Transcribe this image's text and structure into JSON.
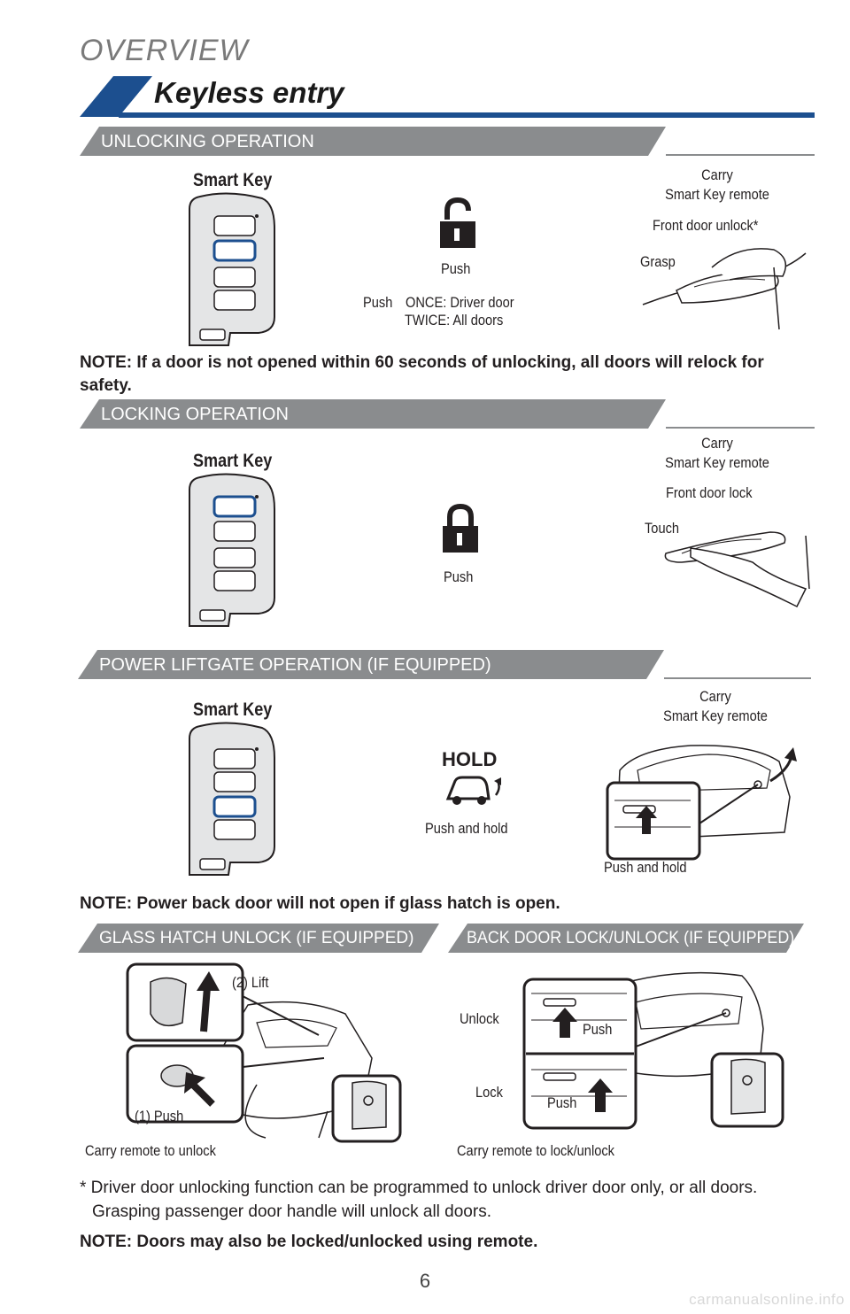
{
  "header": {
    "section": "OVERVIEW",
    "title": "Keyless entry"
  },
  "colors": {
    "accent_blue": "#1c4f8f",
    "band_gray": "#8a8c8e",
    "text": "#231f20"
  },
  "unlocking": {
    "label": "UNLOCKING OPERATION",
    "smart_key": "Smart Key",
    "push": "Push",
    "push_detail": "Push",
    "once": "ONCE: Driver door",
    "twice": "TWICE: All doors",
    "carry_line1": "Carry",
    "carry_line2": "Smart Key remote",
    "front_door": "Front door unlock*",
    "grasp": "Grasp",
    "note": "NOTE: If a door is not opened within 60 seconds of unlocking, all doors will relock for safety."
  },
  "locking": {
    "label": "LOCKING OPERATION",
    "smart_key": "Smart Key",
    "push": "Push",
    "carry_line1": "Carry",
    "carry_line2": "Smart Key remote",
    "front_door": "Front door lock",
    "touch": "Touch"
  },
  "liftgate": {
    "label": "POWER LIFTGATE OPERATION (IF EQUIPPED)",
    "smart_key": "Smart Key",
    "hold": "HOLD",
    "push_hold": "Push and hold",
    "carry_line1": "Carry",
    "carry_line2": "Smart Key remote",
    "push_hold_vehicle": "Push and hold",
    "note": "NOTE: Power back door will not open if glass hatch is open."
  },
  "glass_hatch": {
    "label": "GLASS HATCH UNLOCK (IF EQUIPPED)",
    "lift": "(2) Lift",
    "push": "(1) Push",
    "carry": "Carry remote to unlock"
  },
  "back_door": {
    "label": "BACK DOOR LOCK/UNLOCK (IF EQUIPPED)",
    "unlock": "Unlock",
    "lock": "Lock",
    "push_top": "Push",
    "push_bottom": "Push",
    "carry": "Carry remote to lock/unlock"
  },
  "key_buttons": {
    "hold_text": "HOLD"
  },
  "footnote": "* Driver door unlocking function can be programmed to unlock driver door only, or all doors. Grasping passenger door handle will unlock all doors.",
  "final_note": "NOTE: Doors may also be locked/unlocked using remote.",
  "page_number": "6",
  "watermark": "carmanualsonline.info"
}
